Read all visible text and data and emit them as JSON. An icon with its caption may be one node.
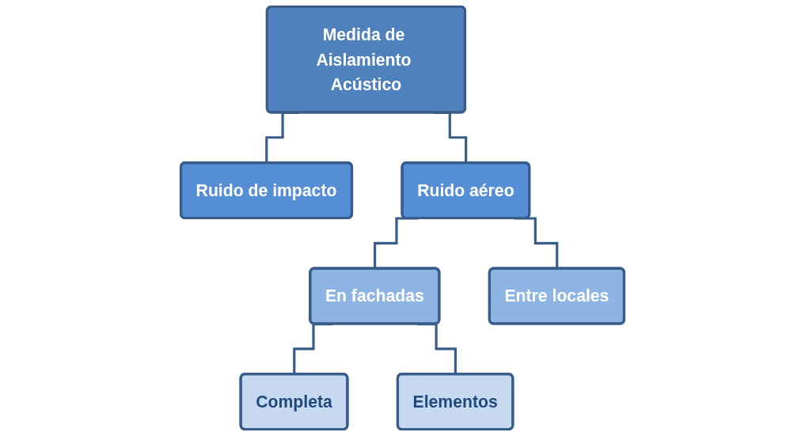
{
  "diagram": {
    "nodes": [
      {
        "text": [
          "Medida de Aislamiento Acústico"
        ]
      },
      {
        "text": [
          "Ruido de impacto"
        ]
      },
      {
        "text": [
          "Ruido aéreo"
        ]
      },
      {
        "text": [
          "En fachadas"
        ]
      },
      {
        "text": [
          "Entre locales"
        ]
      },
      {
        "text": [
          "Completa"
        ]
      },
      {
        "text": [
          "Elementos"
        ]
      }
    ],
    "edges": [
      {
        "from": 0,
        "to": 1,
        "arrow": "none"
      },
      {
        "from": 0,
        "to": 2,
        "arrow": "none"
      },
      {
        "from": 2,
        "to": 3,
        "arrow": "none"
      },
      {
        "from": 2,
        "to": 4,
        "arrow": "none"
      },
      {
        "from": 3,
        "to": 5,
        "arrow": "none"
      },
      {
        "from": 3,
        "to": 6,
        "arrow": "none"
      }
    ]
  }
}
